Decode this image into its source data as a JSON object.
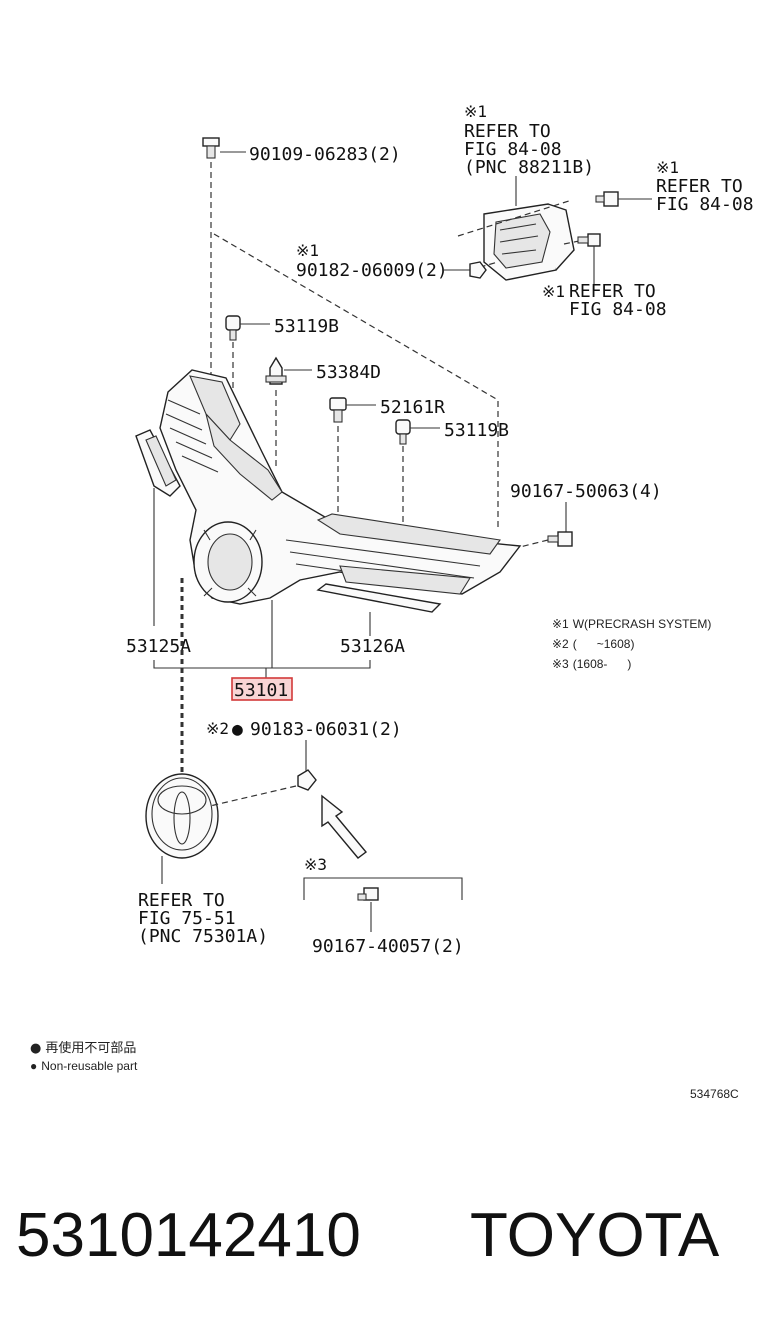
{
  "labels": {
    "top_bolt": "90109-06283(2)",
    "note_top_mark": "※1",
    "refer_pnc_l1": "REFER TO",
    "refer_pnc_l2": "FIG 84-08",
    "refer_pnc_l3": "(PNC 88211B)",
    "note_right_mark": "※1",
    "refer_right_l1": "REFER TO",
    "refer_right_l2": "FIG 84-08",
    "note_nut_mark": "※1",
    "nut": "90182-06009(2)",
    "note_bottom_mark": "※1",
    "refer_bottom_l1": "REFER TO",
    "refer_bottom_l2": "FIG 84-08",
    "clip_upper": "53119B",
    "clip_retainer": "53384D",
    "clip_r": "52161R",
    "clip_lower": "53119B",
    "screw_right": "90167-50063(4)",
    "bracket_left": "53125A",
    "bracket_right": "53126A",
    "main_part": "53101",
    "note2_mark": "※2",
    "nonreusable_dot": "●",
    "washer": "90183-06031(2)",
    "note3_mark": "※3",
    "screw_bottom": "90167-40057(2)",
    "refer_emblem_l1": "REFER TO",
    "refer_emblem_l2": "FIG 75-51",
    "refer_emblem_l3": "(PNC 75301A)"
  },
  "notes": [
    {
      "mark": "※1",
      "text": "W(PRECRASH SYSTEM)"
    },
    {
      "mark": "※2",
      "text": "(      ~1608)"
    },
    {
      "mark": "※3",
      "text": "(1608-      )"
    }
  ],
  "legend": [
    {
      "bullet": "●",
      "text": "再使用不可部品"
    },
    {
      "bullet": "●",
      "text": "Non-reusable part"
    }
  ],
  "diagram_code": "534768C",
  "footer": {
    "part_number": "5310142410",
    "brand": "TOYOTA"
  },
  "colors": {
    "highlight_fill": "#f9d5d5",
    "highlight_border": "#d23a3a",
    "line": "#333333"
  }
}
